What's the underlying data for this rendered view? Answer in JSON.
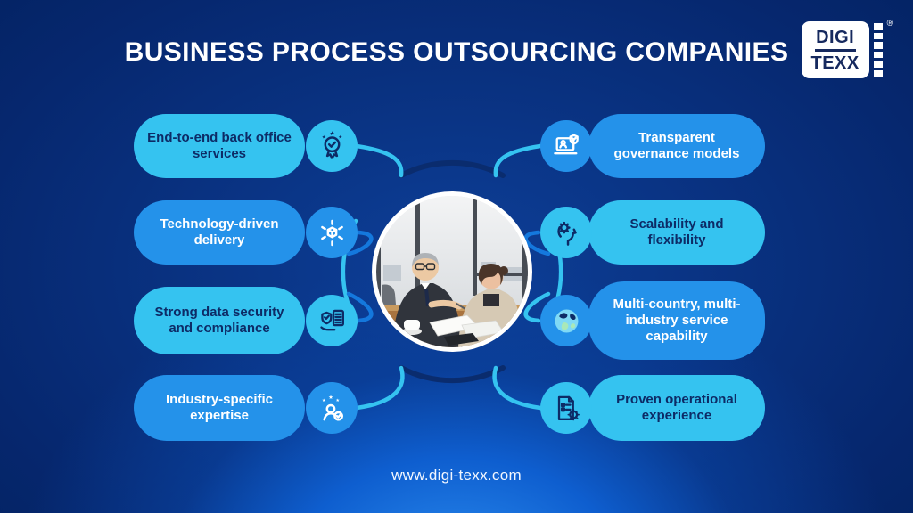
{
  "title": "BUSINESS PROCESS OUTSOURCING COMPANIES",
  "brand": {
    "name_top": "DIGI",
    "name_bottom": "TEXX",
    "registered_mark": "®"
  },
  "items_left": [
    {
      "label": "End-to-end back office services",
      "icon": "award-check-icon",
      "style": "cyan"
    },
    {
      "label": "Technology-driven delivery",
      "icon": "cube-distribution-icon",
      "style": "blue"
    },
    {
      "label": "Strong data security and compliance",
      "icon": "shield-compliance-icon",
      "style": "cyan"
    },
    {
      "label": "Industry-specific expertise",
      "icon": "person-stars-icon",
      "style": "blue"
    }
  ],
  "items_right": [
    {
      "label": "Transparent governance models",
      "icon": "laptop-governance-icon",
      "style": "blue"
    },
    {
      "label": "Scalability and flexibility",
      "icon": "head-gear-icon",
      "style": "cyan"
    },
    {
      "label": "Multi-country, multi-industry service capability",
      "icon": "globe-map-icon",
      "style": "blue"
    },
    {
      "label": "Proven operational experience",
      "icon": "certificate-seal-icon",
      "style": "cyan"
    }
  ],
  "footer": {
    "website": "www.digi-texx.com"
  },
  "colors": {
    "pill_cyan": "#35C3F0",
    "pill_blue": "#2492EA",
    "text_navy": "#0D2B66",
    "text_white": "#FFFFFF",
    "background_navy": "#001D52",
    "glow_blue": "#2B8DF0",
    "arc_navy": "#0A2C6E"
  }
}
